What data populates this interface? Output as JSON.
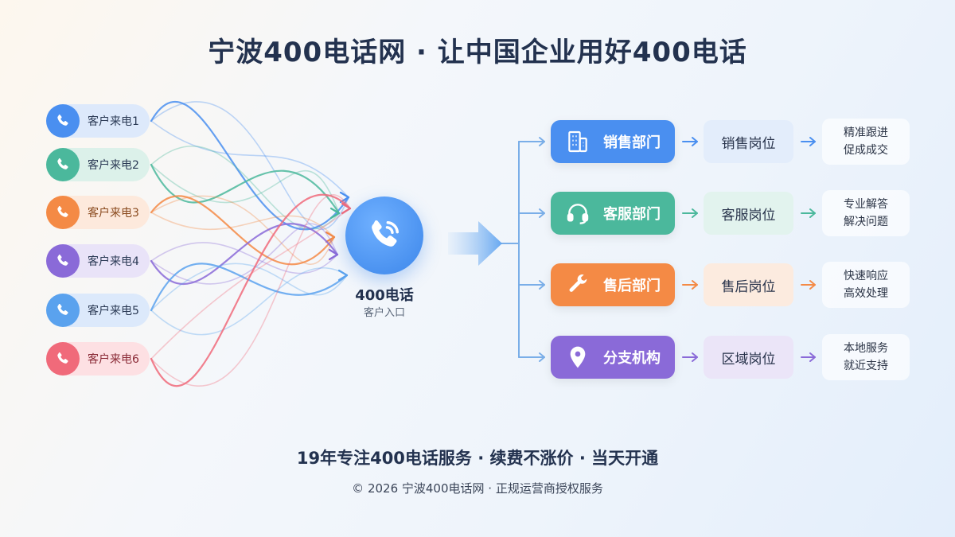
{
  "header": {
    "title": "宁波400电话网 · 让中国企业用好400电话"
  },
  "callers": [
    {
      "label": "客户来电1",
      "color": "#4a8ff0",
      "bg": "#dde9fb",
      "labelColor": "#2b3a55"
    },
    {
      "label": "客户来电2",
      "color": "#4bb89c",
      "bg": "#dcf1ea",
      "labelColor": "#2b3a55"
    },
    {
      "label": "客户来电3",
      "color": "#f48a45",
      "bg": "#fde9dc",
      "labelColor": "#8a4a1e"
    },
    {
      "label": "客户来电4",
      "color": "#8a6ad8",
      "bg": "#e9e3f8",
      "labelColor": "#2b3a55"
    },
    {
      "label": "客户来电5",
      "color": "#5aa2ee",
      "bg": "#dce9fb",
      "labelColor": "#2b3a55"
    },
    {
      "label": "客户来电6",
      "color": "#f06a7a",
      "bg": "#fde0e3",
      "labelColor": "#8a2a36"
    }
  ],
  "hub": {
    "title": "400电话",
    "subtitle": "客户入口"
  },
  "departments": [
    {
      "name": "销售部门",
      "icon": "building-icon",
      "color": "#4a8ff0",
      "post": "销售岗位",
      "postBg": "#e3edfb",
      "result": [
        "精准跟进",
        "促成成交"
      ]
    },
    {
      "name": "客服部门",
      "icon": "headset-icon",
      "color": "#4bb89c",
      "post": "客服岗位",
      "postBg": "#e2f3ee",
      "result": [
        "专业解答",
        "解决问题"
      ]
    },
    {
      "name": "售后部门",
      "icon": "wrench-icon",
      "color": "#f48a45",
      "post": "售后岗位",
      "postBg": "#fcebdf",
      "result": [
        "快速响应",
        "高效处理"
      ]
    },
    {
      "name": "分支机构",
      "icon": "location-pin-icon",
      "color": "#8a6ad8",
      "post": "区域岗位",
      "postBg": "#ebe5f8",
      "result": [
        "本地服务",
        "就近支持"
      ]
    }
  ],
  "slogan": "19年专注400电话服务 · 续费不涨价 · 当天开通",
  "footer": "© 2026 宁波400电话网 · 正规运营商授权服务"
}
